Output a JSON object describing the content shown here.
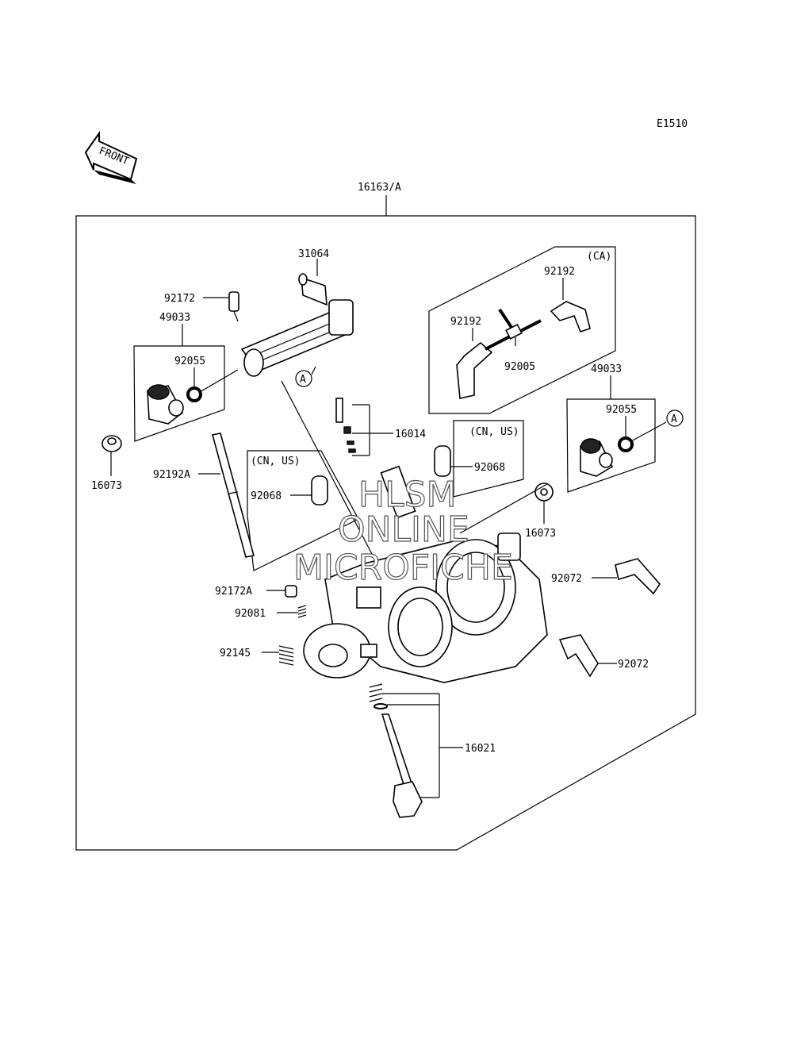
{
  "diagram_code": "E1510",
  "front_label": "FRONT",
  "assembly_label": "16163/A",
  "callout_letter": "A",
  "labels": {
    "p31064": "31064",
    "p92172": "92172",
    "p49033_left": "49033",
    "p92055_left": "92055",
    "p16073_left": "16073",
    "p92192A": "92192A",
    "p92172A": "92172A",
    "p92081": "92081",
    "p92145": "92145",
    "p16014": "16014",
    "p92068_mid": "92068",
    "p92068_right": "92068",
    "p92192_top": "92192",
    "p92192_left": "92192",
    "p92005": "92005",
    "p49033_right": "49033",
    "p92055_right": "92055",
    "p16073_right": "16073",
    "p92072_top": "92072",
    "p92072_bottom": "92072",
    "p16021": "16021"
  },
  "region_tags": {
    "ca": "(CA)",
    "cnus_left": "(CN, US)",
    "cnus_right": "(CN, US)"
  },
  "watermark": {
    "line1": "HLSM",
    "line2": "ONLINE",
    "line3": "MICROFICHE"
  }
}
